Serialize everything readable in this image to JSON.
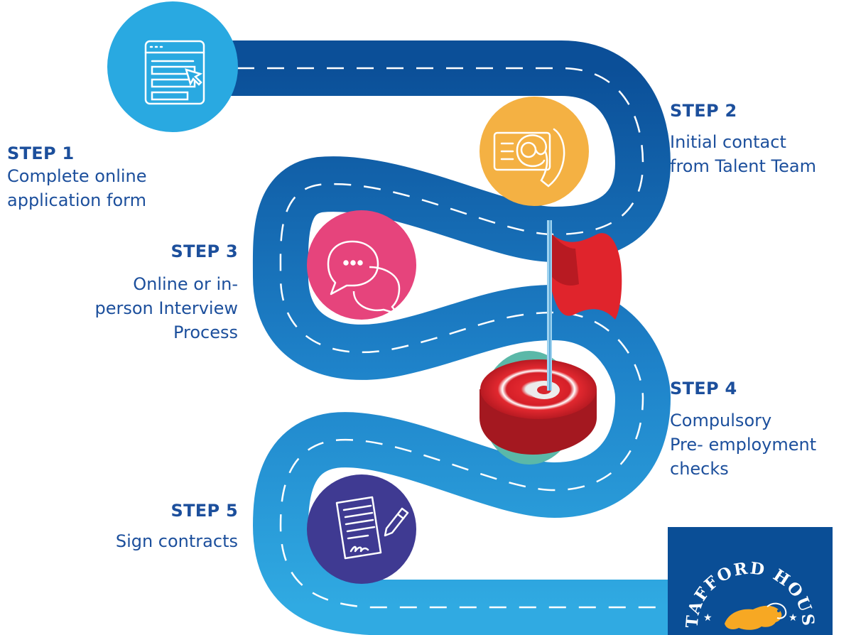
{
  "steps": [
    {
      "title": "STEP 1",
      "desc_lines": [
        "Complete online",
        "application form"
      ],
      "icon": "web-form-icon",
      "color": "#29a9e1"
    },
    {
      "title": "STEP 2",
      "desc_lines": [
        "Initial contact",
        "from Talent Team"
      ],
      "icon": "email-phone-icon",
      "color": "#f4b143"
    },
    {
      "title": "STEP 3",
      "desc_lines": [
        "Online or in-",
        "person Interview",
        "Process"
      ],
      "icon": "chat-bubbles-icon",
      "color": "#e6447c"
    },
    {
      "title": "STEP 4",
      "desc_lines": [
        "Compulsory",
        "Pre- employment",
        "checks"
      ],
      "icon": "target-flag-icon",
      "color": "#d8262e"
    },
    {
      "title": "STEP 5",
      "desc_lines": [
        "Sign contracts"
      ],
      "icon": "contract-signing-icon",
      "color": "#3f3a92"
    }
  ],
  "logo": {
    "text": "STAFFORD HOUSE",
    "background": "#0a4e96",
    "accent": "#f7a823"
  },
  "colors": {
    "road_dark": "#0a4e96",
    "road_light": "#2fa8e1",
    "text": "#1c4f9c"
  }
}
